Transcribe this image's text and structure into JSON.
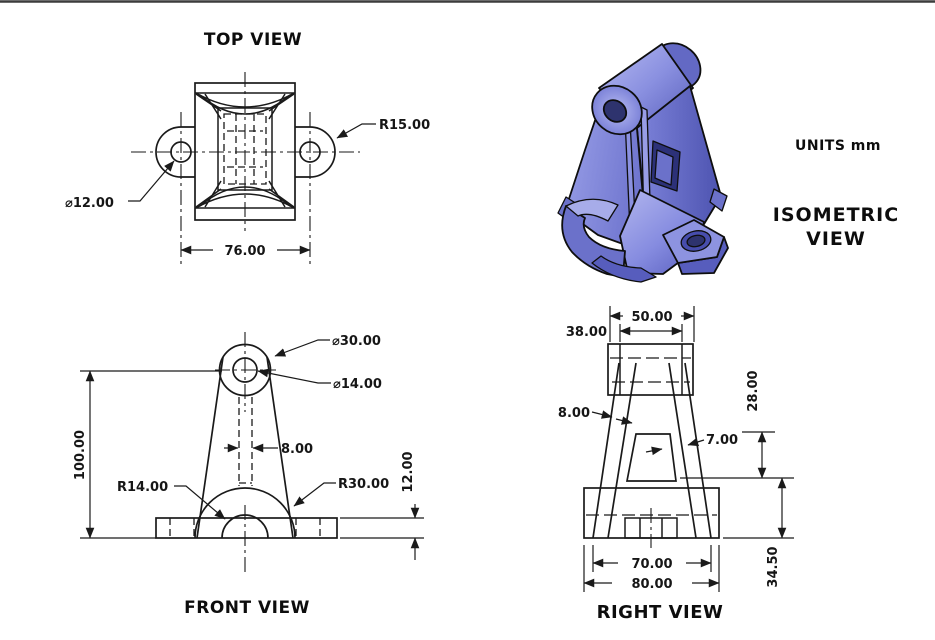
{
  "page": {
    "background": "#ffffff",
    "top_border_color": "#3c3c3c",
    "units_label": "UNITS mm"
  },
  "views": {
    "top": {
      "title": "TOP VIEW",
      "dims": {
        "tab_radius": "R15.00",
        "tab_hole_diameter": "⌀12.00",
        "tab_span": "76.00"
      }
    },
    "front": {
      "title": "FRONT VIEW",
      "dims": {
        "boss_outer_diameter": "⌀30.00",
        "boss_hole_diameter": "⌀14.00",
        "overall_height": "100.00",
        "rib_width": "8.00",
        "arch_radius": "R14.00",
        "cradle_radius": "R30.00",
        "base_height": "12.00"
      }
    },
    "right": {
      "title": "RIGHT VIEW",
      "dims": {
        "boss_length": "50.00",
        "boss_diameter": "38.00",
        "leg_thickness": "8.00",
        "rib_thickness": "7.00",
        "window_height": "28.00",
        "base_inner_span": "70.00",
        "base_width": "80.00",
        "lower_height": "34.50"
      }
    },
    "isometric": {
      "title_line1": "ISOMETRIC",
      "title_line2": "VIEW"
    }
  },
  "part_colors": {
    "light": "#9aa0e8",
    "mid": "#6b71ca",
    "dark": "#4d53b0",
    "outline": "#0e0e0e",
    "hole": "#2e336e"
  }
}
